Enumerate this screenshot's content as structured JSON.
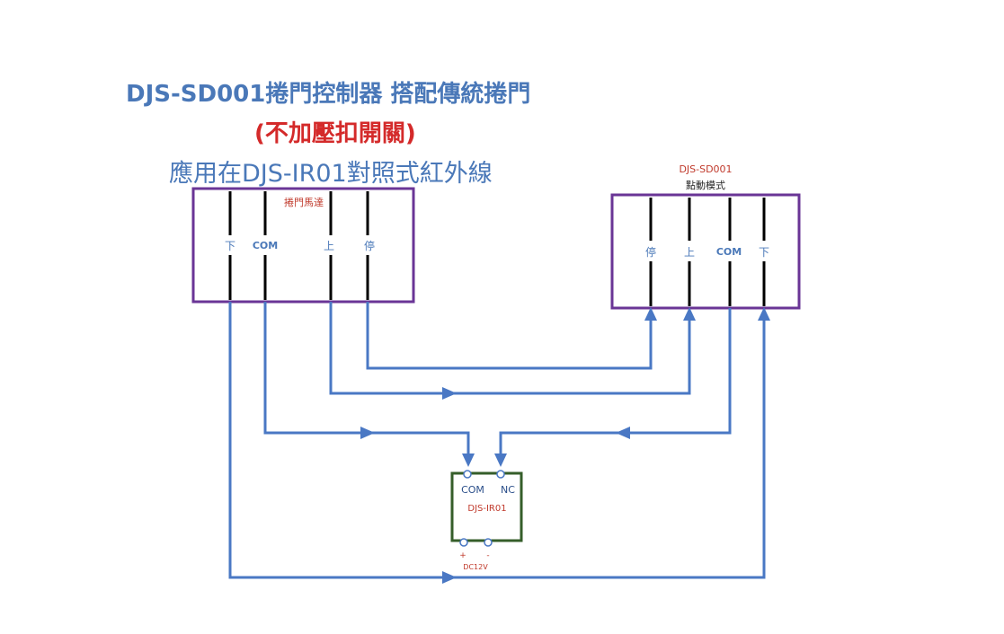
{
  "title": {
    "line1": "DJS-SD001捲門控制器 搭配傳統捲門",
    "line2": "(不加壓扣開關)",
    "line3": "應用在DJS-IR01對照式紅外線"
  },
  "motor_box": {
    "name": "捲門馬達",
    "terminals": [
      "下",
      "COM",
      "上",
      "停"
    ]
  },
  "controller_box": {
    "name": "DJS-SD001",
    "mode": "點動模式",
    "terminals": [
      "停",
      "上",
      "COM",
      "下"
    ]
  },
  "ir_box": {
    "name": "DJS-IR01",
    "com_label": "COM",
    "nc_label": "NC",
    "plus_label": "+",
    "minus_label": "-",
    "power_label": "DC12V"
  },
  "colors": {
    "wire": "#4a78c4",
    "motor_border": "#6a3596",
    "ir_border": "#355e2a",
    "title_blue": "#4a78b8",
    "title_red": "#d42a2a",
    "label_red": "#c0392b"
  }
}
